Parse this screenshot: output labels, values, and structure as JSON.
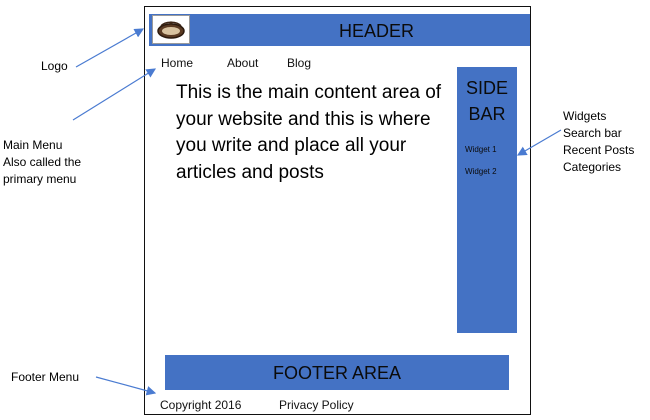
{
  "layout": {
    "header_title": "HEADER",
    "nav_items": [
      "Home",
      "About",
      "Blog"
    ],
    "main_content": "This is the main content area of your website and this is where you write and place all your articles and posts",
    "sidebar_title_lines": [
      "SIDE",
      "BAR"
    ],
    "sidebar_widgets": [
      "Widget 1",
      "Widget 2"
    ],
    "footer_title": "FOOTER AREA",
    "footer_copyright": "Copyright 2016",
    "footer_privacy": "Privacy Policy"
  },
  "annotations": {
    "logo": "Logo",
    "main_menu_lines": [
      "Main Menu",
      "Also called the",
      "primary menu"
    ],
    "widgets_lines": [
      "Widgets",
      "Search bar",
      "Recent Posts",
      "Categories"
    ],
    "footer_menu": "Footer Menu"
  },
  "colors": {
    "block_fill": "#4472c4",
    "arrow": "#4a7bd1"
  },
  "icons": {
    "logo": "oval-logo-icon"
  }
}
